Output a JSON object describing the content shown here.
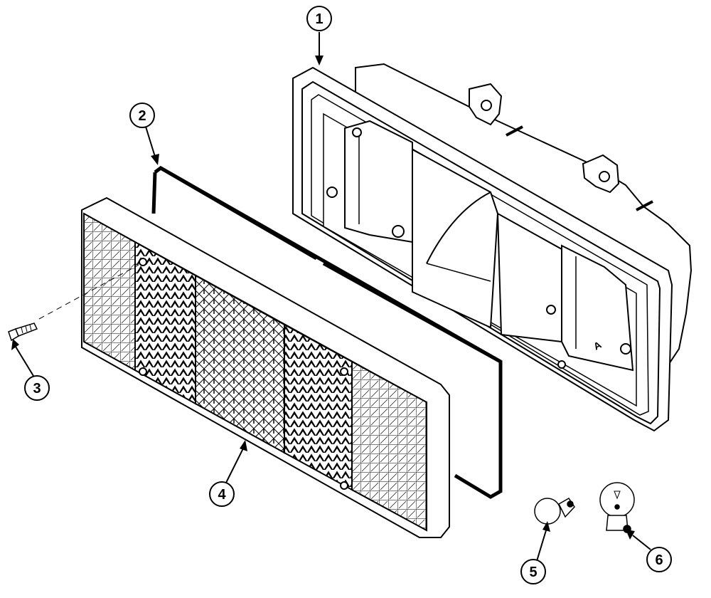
{
  "diagram": {
    "callouts": [
      {
        "id": "1",
        "label": "1"
      },
      {
        "id": "2",
        "label": "2"
      },
      {
        "id": "3",
        "label": "3"
      },
      {
        "id": "4",
        "label": "4"
      },
      {
        "id": "5",
        "label": "5"
      },
      {
        "id": "6",
        "label": "6"
      }
    ],
    "housing_marking": "A"
  }
}
